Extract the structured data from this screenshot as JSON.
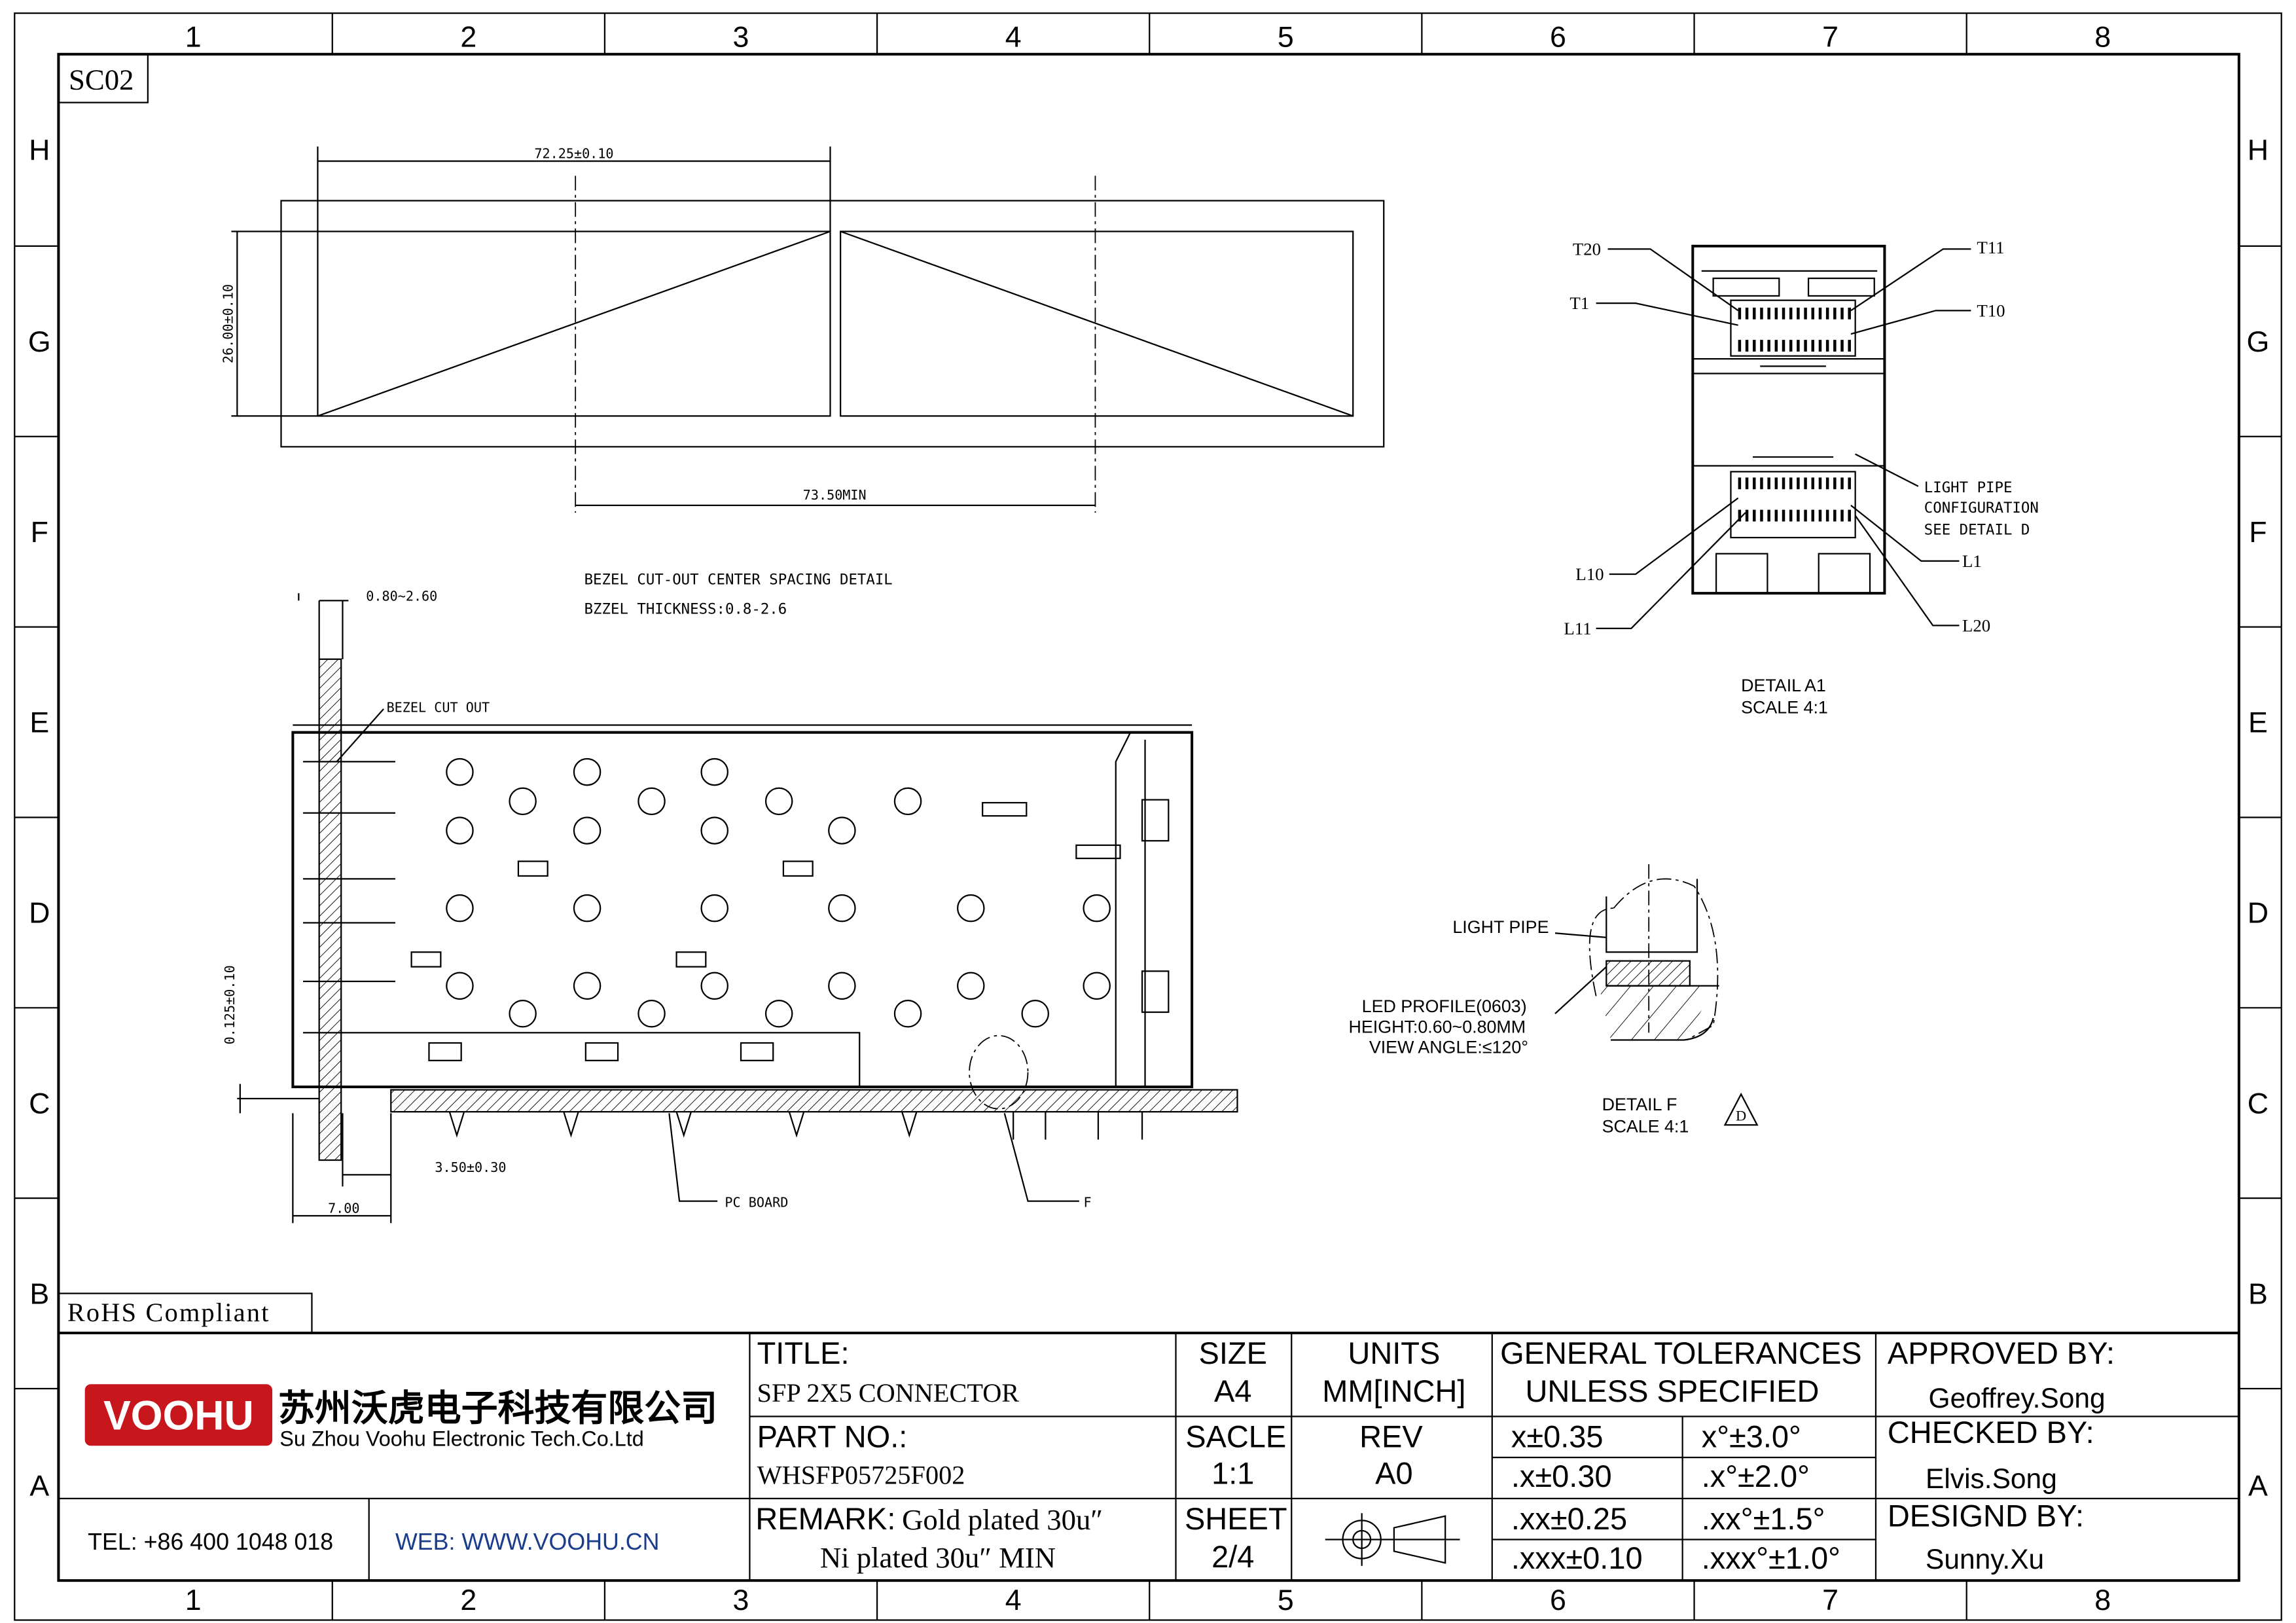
{
  "sheet_code": "SC02",
  "rohs": "RoHS Compliant",
  "grid": {
    "columns": [
      "1",
      "2",
      "3",
      "4",
      "5",
      "6",
      "7",
      "8"
    ],
    "rows": [
      "H",
      "G",
      "F",
      "E",
      "D",
      "C",
      "B",
      "A"
    ]
  },
  "bezel_detail": {
    "dim_width": "72.25±0.10",
    "dim_height": "26.00±0.10",
    "dim_spacing": "73.50MIN",
    "note1": "BEZEL CUT-OUT CENTER SPACING DETAIL",
    "note2": "BZZEL THICKNESS:0.8-2.6"
  },
  "side_view": {
    "dim_thickness": "0.80~2.60",
    "label_bezel": "BEZEL CUT OUT",
    "dim_offset": "0.125±0.10",
    "dim_3_50": "3.50±0.30",
    "dim_7_00": "7.00",
    "label_pcb": "PC  BOARD",
    "label_f": "F"
  },
  "detail_a1": {
    "labels": {
      "t20": "T20",
      "t1": "T1",
      "t11": "T11",
      "t10": "T10",
      "l10": "L10",
      "l11": "L11",
      "l1": "L1",
      "l20": "L20"
    },
    "light_pipe_note": [
      "LIGHT PIPE",
      "CONFIGURATION",
      "SEE DETAIL D"
    ],
    "title": "DETAIL  A1",
    "scale": "SCALE  4:1"
  },
  "detail_f": {
    "light_pipe": "LIGHT  PIPE",
    "led_lines": [
      "LED  PROFILE(0603)",
      "HEIGHT:0.60~0.80MM",
      "VIEW  ANGLE:≤120°"
    ],
    "title": "DETAIL  F",
    "scale": "SCALE  4:1",
    "rev_marker": "D"
  },
  "title_block": {
    "company_logo": "VOOHU",
    "company_cn": "苏州沃虎电子科技有限公司",
    "company_en": "Su Zhou Voohu Electronic Tech.Co.Ltd",
    "tel": "TEL: +86 400 1048 018",
    "web": "WEB: WWW.VOOHU.CN",
    "title_label": "TITLE:",
    "title_value": "SFP  2X5  CONNECTOR",
    "part_label": "PART NO.:",
    "part_value": "WHSFP05725F002",
    "remark_label": "REMARK:",
    "remark_line1": "Gold plated 30u″",
    "remark_line2": "Ni plated 30u″ MIN",
    "size_label": "SIZE",
    "size_value": "A4",
    "units_label": "UNITS",
    "units_value": "MM[INCH]",
    "scale_label": "SACLE",
    "scale_value": "1:1",
    "rev_label": "REV",
    "rev_value": "A0",
    "sheet_label": "SHEET",
    "sheet_value": "2/4",
    "tol_header1": "GENERAL TOLERANCES",
    "tol_header2": "UNLESS SPECIFIED",
    "tolerances": [
      [
        "x±0.35",
        "x°±3.0°"
      ],
      [
        ".x±0.30",
        ".x°±2.0°"
      ],
      [
        ".xx±0.25",
        ".xx°±1.5°"
      ],
      [
        ".xxx±0.10",
        ".xxx°±1.0°"
      ]
    ],
    "approved_label": "APPROVED BY:",
    "approved_value": "Geoffrey.Song",
    "checked_label": "CHECKED BY:",
    "checked_value": "Elvis.Song",
    "designed_label": "DESIGND BY:",
    "designed_value": "Sunny.Xu"
  },
  "colors": {
    "logo_red": "#c8161d",
    "web_blue": "#1a3c8c"
  }
}
